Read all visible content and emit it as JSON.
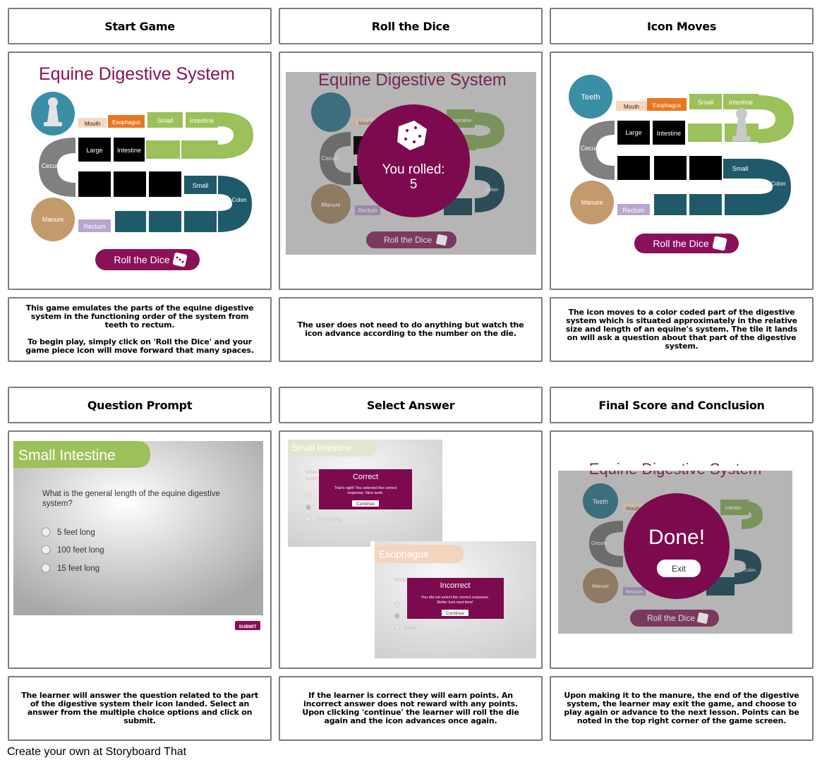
{
  "row1": {
    "titles": [
      "Start Game",
      "Roll the Dice",
      "Icon Moves"
    ],
    "descriptions": [
      "This game emulates the parts of the equine digestive system in the functioning order of the system from teeth to rectum.\n\nTo begin play, simply click on 'Roll the Dice' and your game piece icon will move forward that many spaces.",
      "The user does not need to do anything but watch the icon advance according to the number on the die.",
      "The icon moves to a color coded part of the digestive system which is situated approximately in the relative size and length of an equine's system. The tile it lands on will ask a question about that part of the digestive system."
    ]
  },
  "row2": {
    "titles": [
      "Question Prompt",
      "Select Answer",
      "Final Score and Conclusion"
    ],
    "descriptions": [
      "The learner will answer the question related to the part of the digestive system their icon landed.  Select an answer from the multiple choice options and click on submit.",
      "If the learner is correct they will earn points. An incorrect answer does not reward with any points. Upon clicking 'continue' the learner will roll the die again and the icon advances once again.",
      "Upon making it to the manure, the end of the digestive system, the learner may exit the game, and choose to play again or advance to the next lesson. Points can be noted in the top right corner of the game screen."
    ]
  },
  "game": {
    "title": "Equine Digestive System",
    "labels": {
      "teeth": "Teeth",
      "mouth": "Mouth",
      "esophagus": "Esophagus",
      "small": "Small",
      "intestine": "Intestine",
      "large": "Large",
      "cecum": "Cecum",
      "colon": "Colon",
      "manure": "Manure",
      "rectum": "Rectum"
    },
    "roll_button": "Roll the Dice",
    "rolled_text": "You rolled:",
    "rolled_value": "5",
    "done_text": "Done!",
    "exit_button": "Exit"
  },
  "question": {
    "header": "Small Intestine",
    "prompt_line1": "What is the general length of the equine digestive",
    "prompt_line2": "system?",
    "options": [
      "5 feet long",
      "100 feet long",
      "15 feet long"
    ],
    "submit": "SUBMIT"
  },
  "feedback": {
    "small_header": "Small Intestine",
    "esophagus_header": "Esophagus",
    "faded_what": "What",
    "faded_system": "system",
    "faded_15": "15 feet long",
    "faded_5": "5 feet",
    "correct_title": "Correct",
    "correct_line1": "That's right!  You selected the correct",
    "correct_line2": "response. Nice work.",
    "incorrect_title": "Incorrect",
    "incorrect_line1": "You did not select the correct response.",
    "incorrect_line2": "Better luck next time!",
    "continue": "Continue"
  },
  "footer": "Create your own at Storyboard That",
  "colors": {
    "title_purple": "#8a1058",
    "teal": "#3a8ea6",
    "dark_teal": "#1f5a6b",
    "green": "#9cc05a",
    "gray": "#808080",
    "tan": "#c49a6c",
    "orange": "#e87722",
    "peach": "#f8d7bd",
    "lavender": "#b7a6cf",
    "maroon": "#7d0a4f"
  }
}
